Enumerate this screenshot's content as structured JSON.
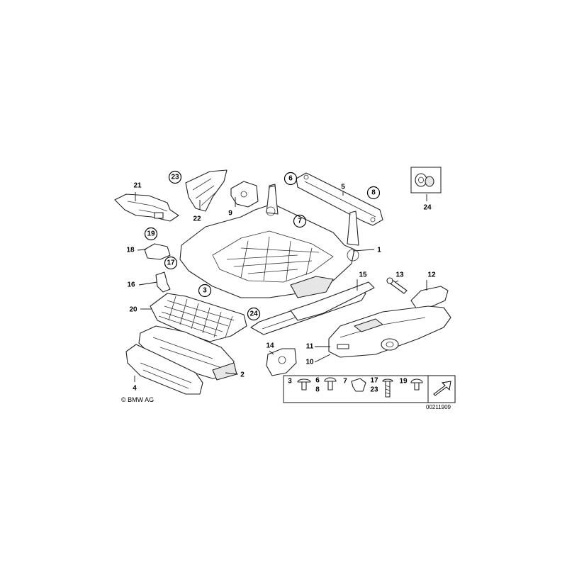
{
  "callouts": [
    {
      "id": "c1",
      "label": "1",
      "circled": false
    },
    {
      "id": "c2",
      "label": "2",
      "circled": false
    },
    {
      "id": "c3",
      "label": "3",
      "circled": true
    },
    {
      "id": "c4",
      "label": "4",
      "circled": false
    },
    {
      "id": "c5",
      "label": "5",
      "circled": false
    },
    {
      "id": "c6",
      "label": "6",
      "circled": true
    },
    {
      "id": "c7",
      "label": "7",
      "circled": true
    },
    {
      "id": "c8",
      "label": "8",
      "circled": true
    },
    {
      "id": "c9",
      "label": "9",
      "circled": false
    },
    {
      "id": "c10",
      "label": "10",
      "circled": false
    },
    {
      "id": "c11",
      "label": "11",
      "circled": false
    },
    {
      "id": "c12",
      "label": "12",
      "circled": false
    },
    {
      "id": "c13",
      "label": "13",
      "circled": false
    },
    {
      "id": "c14",
      "label": "14",
      "circled": false
    },
    {
      "id": "c15",
      "label": "15",
      "circled": false
    },
    {
      "id": "c16",
      "label": "16",
      "circled": false
    },
    {
      "id": "c17",
      "label": "17",
      "circled": true
    },
    {
      "id": "c18",
      "label": "18",
      "circled": false
    },
    {
      "id": "c19",
      "label": "19",
      "circled": true
    },
    {
      "id": "c20",
      "label": "20",
      "circled": false
    },
    {
      "id": "c21",
      "label": "21",
      "circled": false
    },
    {
      "id": "c22",
      "label": "22",
      "circled": false
    },
    {
      "id": "c23",
      "label": "23",
      "circled": true
    },
    {
      "id": "c24",
      "label": "24",
      "circled": true
    }
  ],
  "inset_label": "24",
  "legend": {
    "items": [
      {
        "labels": [
          "3"
        ]
      },
      {
        "labels": [
          "6",
          "8"
        ]
      },
      {
        "labels": [
          "7"
        ]
      },
      {
        "labels": [
          "17",
          "23"
        ]
      },
      {
        "labels": [
          "19"
        ]
      }
    ]
  },
  "copyright": "© BMW AG",
  "doc_number": "00211909"
}
